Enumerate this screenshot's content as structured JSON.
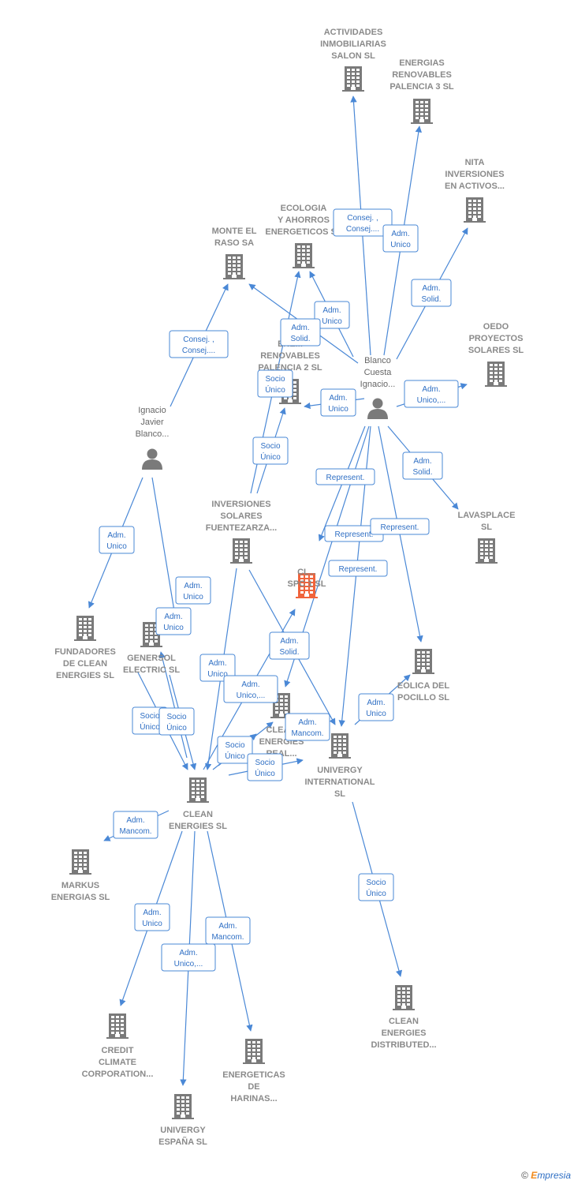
{
  "colors": {
    "edge": "#4a88d6",
    "node": "#7a7a7a",
    "focus_node": "#f0643c",
    "label": "#8a8a8a"
  },
  "nodes": [
    {
      "id": "actividades",
      "type": "company",
      "label": [
        "ACTIVIDADES",
        "INMOBILIARIAS",
        "SALON SL"
      ]
    },
    {
      "id": "energias3",
      "type": "company",
      "label": [
        "ENERGIAS",
        "RENOVABLES",
        "PALENCIA 3 SL"
      ]
    },
    {
      "id": "nita",
      "type": "company",
      "label": [
        "NITA",
        "INVERSIONES",
        "EN ACTIVOS..."
      ]
    },
    {
      "id": "ecologia",
      "type": "company",
      "label": [
        "ECOLOGIA",
        "Y AHORROS",
        "ENERGETICOS SL"
      ]
    },
    {
      "id": "monte",
      "type": "company",
      "label": [
        "MONTE EL",
        "RASO SA"
      ]
    },
    {
      "id": "oedo",
      "type": "company",
      "label": [
        "OEDO",
        "PROYECTOS",
        "SOLARES  SL"
      ]
    },
    {
      "id": "energias2",
      "type": "company",
      "label": [
        "ENE...",
        "RENOVABLES",
        "PALENCIA 2 SL"
      ]
    },
    {
      "id": "blanco",
      "type": "person",
      "label": [
        "Blanco",
        "Cuesta",
        "Ignacio..."
      ]
    },
    {
      "id": "ignacio",
      "type": "person",
      "label": [
        "Ignacio",
        "Javier",
        "Blanco..."
      ]
    },
    {
      "id": "inversiones",
      "type": "company",
      "label": [
        "INVERSIONES",
        "SOLARES",
        "FUENTEZARZA..."
      ]
    },
    {
      "id": "lavasplace",
      "type": "company",
      "label": [
        "LAVASPLACE",
        "SL"
      ]
    },
    {
      "id": "focus",
      "type": "focus",
      "label": [
        "CL...",
        "SPC 1  SL"
      ]
    },
    {
      "id": "fundadores",
      "type": "company",
      "label": [
        "FUNDADORES",
        "DE CLEAN",
        "ENERGIES SL"
      ]
    },
    {
      "id": "generol",
      "type": "company",
      "label": [
        "GENERSOL",
        "ELECTRIC  SL"
      ]
    },
    {
      "id": "eolica",
      "type": "company",
      "label": [
        "EOLICA DEL",
        "POCILLO SL"
      ]
    },
    {
      "id": "cleanreal",
      "type": "company",
      "label": [
        "CLEA...",
        "ENERGIES",
        "REAL..."
      ]
    },
    {
      "id": "univergy_int",
      "type": "company",
      "label": [
        "UNIVERGY",
        "INTERNATIONAL",
        "SL"
      ]
    },
    {
      "id": "clean",
      "type": "company",
      "label": [
        "CLEAN",
        "ENERGIES SL"
      ]
    },
    {
      "id": "markus",
      "type": "company",
      "label": [
        "MARKUS",
        "ENERGIAS SL"
      ]
    },
    {
      "id": "distributed",
      "type": "company",
      "label": [
        "CLEAN",
        "ENERGIES",
        "DISTRIBUTED..."
      ]
    },
    {
      "id": "credit",
      "type": "company",
      "label": [
        "CREDIT",
        "CLIMATE",
        "CORPORATION..."
      ]
    },
    {
      "id": "harinas",
      "type": "company",
      "label": [
        "ENERGETICAS",
        "DE",
        "HARINAS..."
      ]
    },
    {
      "id": "univergy_es",
      "type": "company",
      "label": [
        "UNIVERGY",
        "ESPAÑA  SL"
      ]
    }
  ],
  "edges": [
    {
      "id": "e1",
      "from": "blanco",
      "to": "actividades",
      "label": [
        "Consej. ,",
        "Consej...."
      ]
    },
    {
      "id": "e2",
      "from": "blanco",
      "to": "energias3",
      "label": [
        "Adm.",
        "Unico"
      ]
    },
    {
      "id": "e3",
      "from": "blanco",
      "to": "nita",
      "label": [
        "Adm.",
        "Solid."
      ]
    },
    {
      "id": "e4",
      "from": "blanco",
      "to": "ecologia",
      "label": [
        "Adm.",
        "Unico"
      ]
    },
    {
      "id": "e5",
      "from": "blanco",
      "to": "monte",
      "label": [
        "Adm.",
        "Solid."
      ]
    },
    {
      "id": "e6",
      "from": "ignacio",
      "to": "monte",
      "label": [
        "Consej. ,",
        "Consej...."
      ]
    },
    {
      "id": "e7",
      "from": "blanco",
      "to": "oedo",
      "label": [
        "Adm.",
        "Unico,..."
      ]
    },
    {
      "id": "e8",
      "from": "blanco",
      "to": "energias2",
      "label": [
        "Adm.",
        "Unico"
      ]
    },
    {
      "id": "e9",
      "from": "inversiones",
      "to": "ecologia",
      "label": [
        "Socio",
        "Único"
      ]
    },
    {
      "id": "e10",
      "from": "inversiones",
      "to": "energias2",
      "label": [
        "Socio",
        "Único"
      ]
    },
    {
      "id": "e11",
      "from": "blanco",
      "to": "lavasplace",
      "label": [
        "Adm.",
        "Solid."
      ]
    },
    {
      "id": "e12",
      "from": "blanco",
      "to": "focus",
      "label": [
        "Represent."
      ]
    },
    {
      "id": "e13",
      "from": "blanco",
      "to": "cleanreal",
      "label": [
        "Represent."
      ]
    },
    {
      "id": "e14",
      "from": "blanco",
      "to": "univergy_int",
      "label": [
        "Represent."
      ]
    },
    {
      "id": "e15",
      "from": "blanco",
      "to": "eolica",
      "label": [
        "Represent."
      ]
    },
    {
      "id": "e16",
      "from": "ignacio",
      "to": "fundadores",
      "label": [
        "Adm.",
        "Unico"
      ]
    },
    {
      "id": "e17",
      "from": "ignacio",
      "to": "generol",
      "label": [
        "Adm.",
        "Unico"
      ]
    },
    {
      "id": "e18",
      "from": "clean",
      "to": "generol",
      "label": [
        "Adm.",
        "Unico"
      ]
    },
    {
      "id": "e19",
      "from": "inversiones",
      "to": "clean",
      "label": [
        "Adm.",
        "Unico"
      ]
    },
    {
      "id": "e20",
      "from": "clean",
      "to": "focus",
      "label": [
        "Adm.",
        "Unico,..."
      ]
    },
    {
      "id": "e21",
      "from": "inversiones",
      "to": "univergy_int",
      "label": [
        "Adm.",
        "Solid."
      ]
    },
    {
      "id": "e22",
      "from": "univergy_int",
      "to": "eolica",
      "label": [
        "Adm.",
        "Unico"
      ]
    },
    {
      "id": "e23",
      "from": "clean",
      "to": "cleanreal",
      "label": [
        "Adm.",
        "Mancom."
      ]
    },
    {
      "id": "e24",
      "from": "fundadores",
      "to": "clean",
      "label": [
        "Socio",
        "Único"
      ]
    },
    {
      "id": "e25",
      "from": "generol",
      "to": "clean",
      "label": [
        "Socio",
        "Único"
      ]
    },
    {
      "id": "e26",
      "from": "clean",
      "to": "cleanreal",
      "label": [
        "Socio",
        "Único"
      ]
    },
    {
      "id": "e27",
      "from": "clean",
      "to": "univergy_int",
      "label": [
        "Socio",
        "Único"
      ]
    },
    {
      "id": "e28",
      "from": "clean",
      "to": "markus",
      "label": [
        "Adm.",
        "Mancom."
      ]
    },
    {
      "id": "e29",
      "from": "univergy_int",
      "to": "distributed",
      "label": [
        "Socio",
        "Único"
      ]
    },
    {
      "id": "e30",
      "from": "clean",
      "to": "credit",
      "label": [
        "Adm.",
        "Unico"
      ]
    },
    {
      "id": "e31",
      "from": "clean",
      "to": "univergy_es",
      "label": [
        "Adm.",
        "Unico,..."
      ]
    },
    {
      "id": "e32",
      "from": "clean",
      "to": "harinas",
      "label": [
        "Adm.",
        "Mancom."
      ]
    }
  ],
  "credit": {
    "symbol": "©",
    "brand_initial": "E",
    "brand_rest": "mpresia"
  }
}
